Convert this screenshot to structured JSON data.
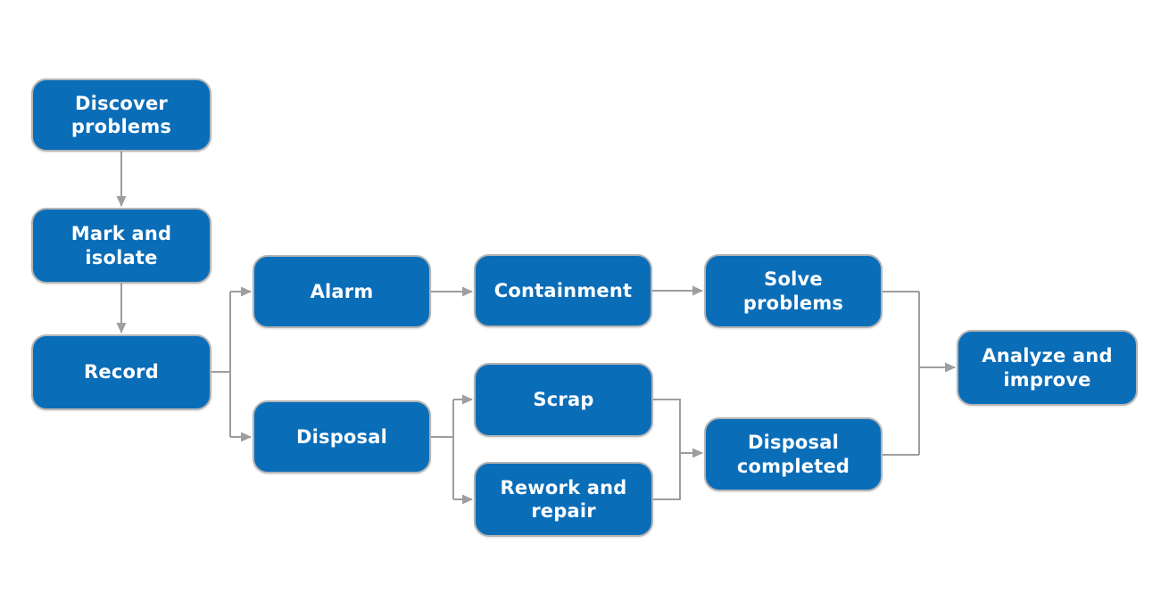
{
  "diagram": {
    "type": "flowchart",
    "colors": {
      "node_fill": "#0a6db8",
      "node_border": "#b5b5b5",
      "node_text": "#ffffff",
      "connector": "#9e9e9e",
      "background": "#ffffff"
    },
    "nodes": {
      "discover_problems": {
        "label": "Discover problems"
      },
      "mark_and_isolate": {
        "label": "Mark and isolate"
      },
      "record": {
        "label": "Record"
      },
      "alarm": {
        "label": "Alarm"
      },
      "containment": {
        "label": "Containment"
      },
      "solve_problems": {
        "label": "Solve problems"
      },
      "disposal": {
        "label": "Disposal"
      },
      "scrap": {
        "label": "Scrap"
      },
      "rework_and_repair": {
        "label": "Rework and repair"
      },
      "disposal_completed": {
        "label": "Disposal completed"
      },
      "analyze_and_improve": {
        "label": "Analyze and improve"
      }
    },
    "edges": [
      {
        "from": "discover_problems",
        "to": "mark_and_isolate"
      },
      {
        "from": "mark_and_isolate",
        "to": "record"
      },
      {
        "from": "record",
        "to": "alarm"
      },
      {
        "from": "record",
        "to": "disposal"
      },
      {
        "from": "alarm",
        "to": "containment"
      },
      {
        "from": "containment",
        "to": "solve_problems"
      },
      {
        "from": "solve_problems",
        "to": "analyze_and_improve"
      },
      {
        "from": "disposal",
        "to": "scrap"
      },
      {
        "from": "disposal",
        "to": "rework_and_repair"
      },
      {
        "from": "scrap",
        "to": "disposal_completed"
      },
      {
        "from": "rework_and_repair",
        "to": "disposal_completed"
      },
      {
        "from": "disposal_completed",
        "to": "analyze_and_improve"
      }
    ]
  }
}
